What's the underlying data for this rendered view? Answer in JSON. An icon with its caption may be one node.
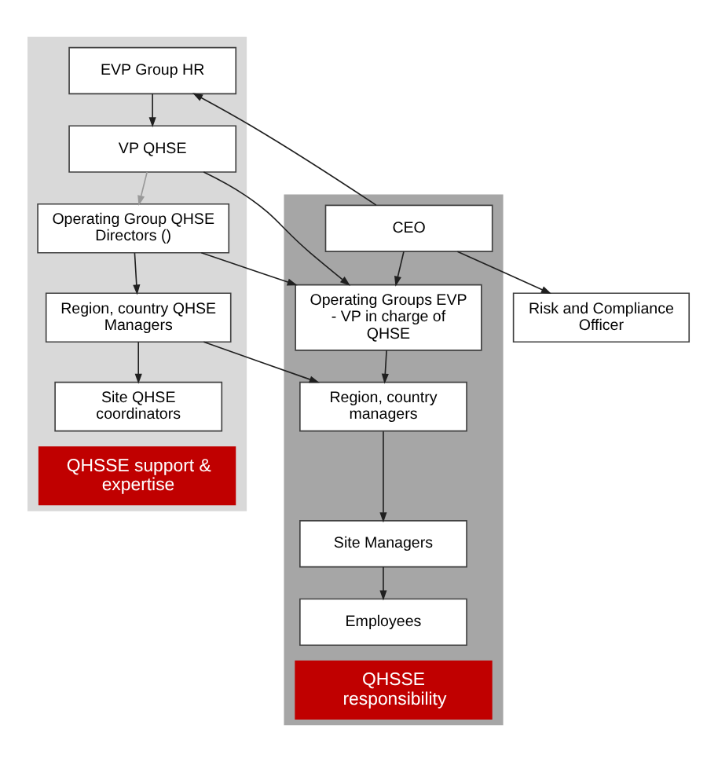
{
  "diagram": {
    "nodes": [
      {
        "text": [
          "QHSSE support & expertise"
        ]
      },
      {
        "text": [
          "QHSSE responsibility"
        ]
      },
      {
        "text": [
          "CEO"
        ],
        "in": 1
      },
      {
        "text": [
          "EVP Group HR"
        ],
        "in": 0
      },
      {
        "text": [
          "Operating Groups EVP - VP in charge of QHSE"
        ],
        "in": 1
      },
      {
        "text": [
          "Risk and Compliance Officer"
        ]
      },
      {
        "text": [
          "VP QHSE"
        ],
        "in": 0
      },
      {
        "text": [
          "Operating Group QHSE Directors ()"
        ],
        "in": 0
      },
      {
        "text": [
          "Region, country QHSE Managers"
        ],
        "in": 0
      },
      {
        "text": [
          "Region, country managers"
        ],
        "in": 1
      },
      {
        "text": [
          "Site QHSE coordinators"
        ],
        "in": 0
      },
      {
        "text": [
          "Site Managers"
        ],
        "in": 1
      },
      {
        "text": [
          "Employees"
        ],
        "in": 1
      }
    ],
    "edges": [
      {
        "from": 2,
        "to": 3,
        "arrow": "to"
      },
      {
        "from": 2,
        "to": 4,
        "arrow": "to"
      },
      {
        "from": 2,
        "to": 5,
        "arrow": "to"
      },
      {
        "from": 3,
        "to": 6,
        "arrow": "to"
      },
      {
        "from": 6,
        "to": 7,
        "arrow": "to",
        "color": "#999999"
      },
      {
        "from": 6,
        "to": 4,
        "arrow": "to"
      },
      {
        "from": 7,
        "to": 4,
        "arrow": "to"
      },
      {
        "from": 7,
        "to": 8,
        "arrow": "to"
      },
      {
        "from": 8,
        "to": 10,
        "arrow": "to"
      },
      {
        "from": 8,
        "to": 9,
        "arrow": "to"
      },
      {
        "from": 4,
        "to": 9,
        "arrow": "to"
      },
      {
        "from": 9,
        "to": 11,
        "arrow": "to"
      },
      {
        "from": 11,
        "to": 12,
        "arrow": "to"
      }
    ]
  }
}
